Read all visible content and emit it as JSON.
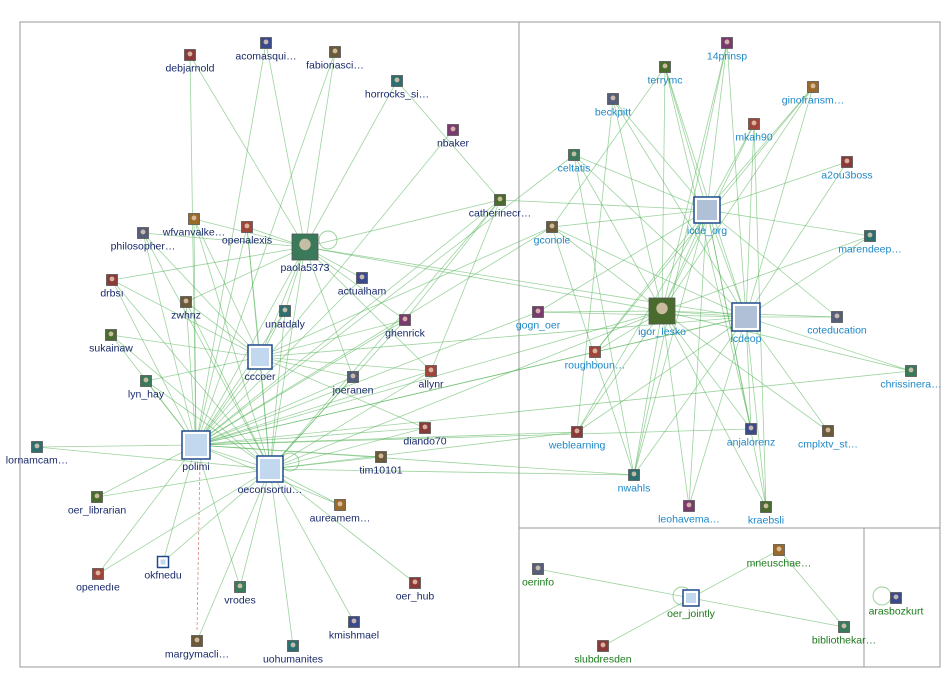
{
  "colors": {
    "group1_text": "#1a2a6c",
    "group2_text": "#1e88c8",
    "group3_text": "#1a7a1a",
    "edge": "#4caf50",
    "box": "#999999"
  },
  "groups": [
    {
      "id": "g1",
      "nodes": [
        {
          "id": "debjarnold",
          "label": "debjarnold",
          "icon": "avatar"
        },
        {
          "id": "acomasqui",
          "label": "acomasqui…",
          "icon": "avatar"
        },
        {
          "id": "fabionasci",
          "label": "fabionasci…",
          "icon": "avatar"
        },
        {
          "id": "horrocks",
          "label": "horrocks_si…",
          "icon": "avatar"
        },
        {
          "id": "nbaker",
          "label": "nbaker",
          "icon": "avatar"
        },
        {
          "id": "catherinecr",
          "label": "catherinecr…",
          "icon": "avatar"
        },
        {
          "id": "wfvanvalke",
          "label": "wfvanvalke…",
          "icon": "avatar"
        },
        {
          "id": "philosopher",
          "label": "philosopher…",
          "icon": "avatar"
        },
        {
          "id": "openalexis",
          "label": "openalexis",
          "icon": "avatar"
        },
        {
          "id": "paola5373",
          "label": "paola5373",
          "icon": "avatar"
        },
        {
          "id": "drbsi",
          "label": "drbsı",
          "icon": "avatar"
        },
        {
          "id": "actualham",
          "label": "actualham",
          "icon": "avatar"
        },
        {
          "id": "zwhnz",
          "label": "zwhnz",
          "icon": "avatar"
        },
        {
          "id": "unatdaly",
          "label": "unatdaly",
          "icon": "avatar"
        },
        {
          "id": "ghenrick",
          "label": "ghenrick",
          "icon": "avatar"
        },
        {
          "id": "sukainaw",
          "label": "sukainaw",
          "icon": "avatar"
        },
        {
          "id": "cccoer",
          "label": "cccoer",
          "icon": "logo"
        },
        {
          "id": "joeranen",
          "label": "joeranen",
          "icon": "avatar"
        },
        {
          "id": "allynr",
          "label": "allynr",
          "icon": "avatar"
        },
        {
          "id": "lyn_hay",
          "label": "lyn_hay",
          "icon": "avatar"
        },
        {
          "id": "diando70",
          "label": "diando70",
          "icon": "avatar"
        },
        {
          "id": "polimi",
          "label": "polimi",
          "icon": "logo"
        },
        {
          "id": "tim10101",
          "label": "tim10101",
          "icon": "avatar"
        },
        {
          "id": "lornamcam",
          "label": "lornamcam…",
          "icon": "avatar"
        },
        {
          "id": "oeconsortiu",
          "label": "oeconsortiu…",
          "icon": "logo"
        },
        {
          "id": "oer_librarian",
          "label": "oer_librarian",
          "icon": "avatar"
        },
        {
          "id": "aureamem",
          "label": "aureamem…",
          "icon": "avatar"
        },
        {
          "id": "okfnedu",
          "label": "okfnedu",
          "icon": "logo"
        },
        {
          "id": "openedie",
          "label": "openedıe",
          "icon": "avatar"
        },
        {
          "id": "vrodes",
          "label": "vrodes",
          "icon": "avatar"
        },
        {
          "id": "oer_hub",
          "label": "oer_hub",
          "icon": "avatar"
        },
        {
          "id": "kmishmael",
          "label": "kmishmael",
          "icon": "avatar"
        },
        {
          "id": "margymacli",
          "label": "margymacli…",
          "icon": "avatar"
        },
        {
          "id": "uohumanites",
          "label": "uohumanites",
          "icon": "avatar"
        }
      ]
    },
    {
      "id": "g2",
      "nodes": [
        {
          "id": "14prinsp",
          "label": "14prinsp",
          "icon": "avatar"
        },
        {
          "id": "terrymc",
          "label": "terrymc",
          "icon": "avatar"
        },
        {
          "id": "ginofransm",
          "label": "ginofransm…",
          "icon": "avatar"
        },
        {
          "id": "beckpitt",
          "label": "beckpitt",
          "icon": "avatar"
        },
        {
          "id": "mkah90",
          "label": "mkah90",
          "icon": "avatar"
        },
        {
          "id": "celtatis",
          "label": "celtatis",
          "icon": "avatar"
        },
        {
          "id": "a2ou3boss",
          "label": "a2ou3boss",
          "icon": "avatar"
        },
        {
          "id": "icde_org",
          "label": "icde_org",
          "icon": "logo"
        },
        {
          "id": "gconole",
          "label": "gconole",
          "icon": "avatar"
        },
        {
          "id": "marendeep",
          "label": "marendeep…",
          "icon": "avatar"
        },
        {
          "id": "gogn_oer",
          "label": "gogn_oer",
          "icon": "avatar"
        },
        {
          "id": "igor_lesko",
          "label": "igor_lesko",
          "icon": "avatar"
        },
        {
          "id": "icdeop",
          "label": "icdeop",
          "icon": "logo"
        },
        {
          "id": "coteducation",
          "label": "coteducation",
          "icon": "avatar"
        },
        {
          "id": "roughboun",
          "label": "roughboun…",
          "icon": "avatar"
        },
        {
          "id": "chrissinera",
          "label": "chrissinera…",
          "icon": "avatar"
        },
        {
          "id": "weblearning",
          "label": "weblearning",
          "icon": "avatar"
        },
        {
          "id": "anjalorenz",
          "label": "anjalorenz",
          "icon": "avatar"
        },
        {
          "id": "cmplxtv_st",
          "label": "cmplxtv_st…",
          "icon": "avatar"
        },
        {
          "id": "nwahls",
          "label": "nwahls",
          "icon": "avatar"
        },
        {
          "id": "leohavema",
          "label": "leohavema…",
          "icon": "avatar"
        },
        {
          "id": "kraebsli",
          "label": "kraebsli",
          "icon": "avatar"
        }
      ]
    },
    {
      "id": "g3",
      "nodes": [
        {
          "id": "mneuschae",
          "label": "mneuschae…",
          "icon": "avatar"
        },
        {
          "id": "oerinfo",
          "label": "oerinfo",
          "icon": "avatar"
        },
        {
          "id": "oer_jointly",
          "label": "oer_jointly",
          "icon": "logo"
        },
        {
          "id": "bibliothekar",
          "label": "bibliothekar…",
          "icon": "avatar"
        },
        {
          "id": "slubdresden",
          "label": "slubdresden",
          "icon": "avatar"
        }
      ]
    },
    {
      "id": "g4",
      "nodes": [
        {
          "id": "arasbozkurt",
          "label": "arasbozkurt",
          "icon": "avatar"
        }
      ]
    }
  ]
}
